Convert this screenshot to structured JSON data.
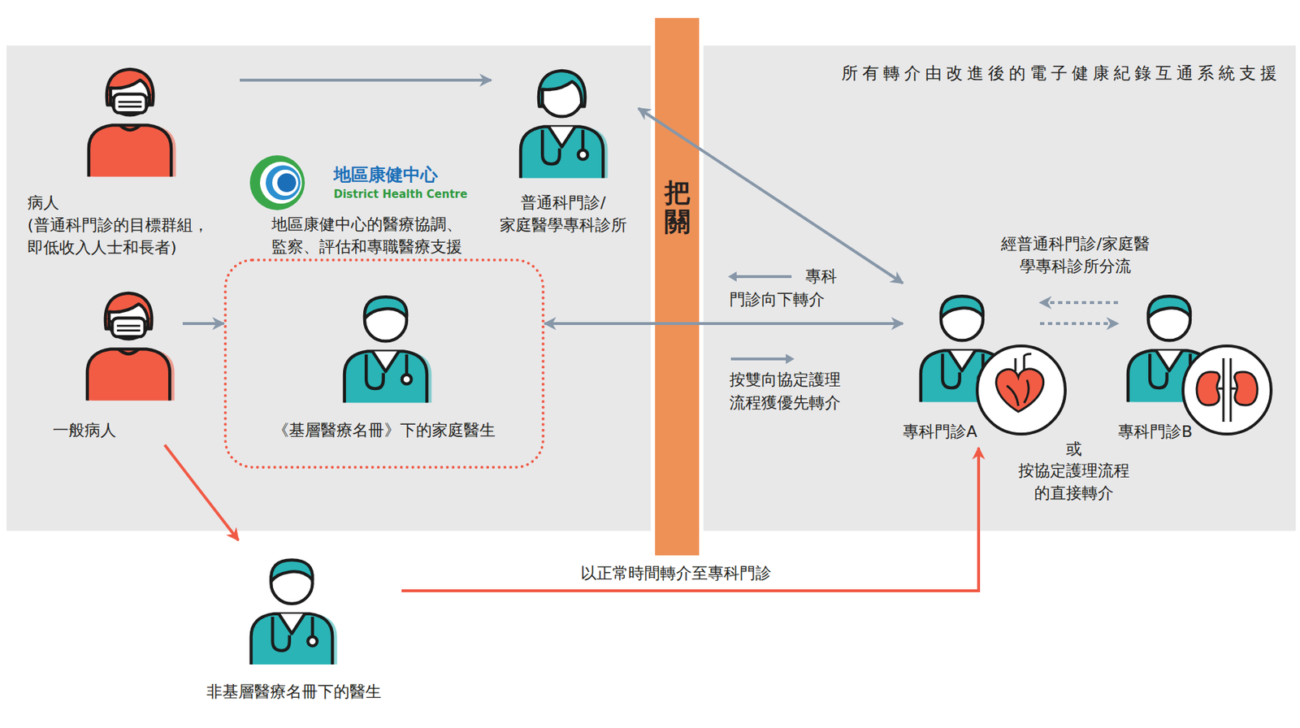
{
  "diagram": {
    "nodes": [
      {
        "text": [
          "病人 (普通科門診的目標群組， 即低收入人士和長者)"
        ]
      },
      {
        "text": [
          "普通科門診/ 家庭醫學專科診所"
        ]
      },
      {
        "text": [
          "地區康健中心",
          "District Health Centre",
          "地區康健中心的醫療協調、 監察、評估和專職醫療支援"
        ]
      },
      {
        "text": [
          "《基層醫療名冊》下的家庭醫生"
        ]
      },
      {
        "text": [
          "一般病人"
        ]
      },
      {
        "text": [
          "把關"
        ]
      },
      {
        "text": [
          "專科門診A"
        ]
      },
      {
        "text": [
          "專科門診B"
        ]
      },
      {
        "text": [
          "非基層醫療名冊下的醫生"
        ]
      }
    ],
    "edges": [
      {
        "from": 0,
        "to": 1,
        "arrow": "to"
      },
      {
        "from": 1,
        "to": 6,
        "arrow": "both"
      },
      {
        "from": 4,
        "to": 3,
        "arrow": "to"
      },
      {
        "from": 3,
        "to": 6,
        "arrow": "both"
      },
      {
        "from": 7,
        "to": 6,
        "arrow": "to",
        "label": "經普通科門診/家庭醫 學專科診所分流"
      },
      {
        "from": 6,
        "to": 7,
        "arrow": "to",
        "label": "按協定護理流程 的直接轉介"
      },
      {
        "from": 4,
        "to": 8,
        "arrow": "to"
      },
      {
        "from": 8,
        "to": 6,
        "arrow": "to",
        "label": "以正常時間轉介至專科門診"
      }
    ],
    "labels": [
      "所有轉介由改進後的電子健康紀錄互通系統支援",
      "或"
    ],
    "legend": [
      {
        "text": "專科 門診向下轉介"
      },
      {
        "text": "按雙向協定護理 流程獲優先轉介"
      }
    ]
  }
}
